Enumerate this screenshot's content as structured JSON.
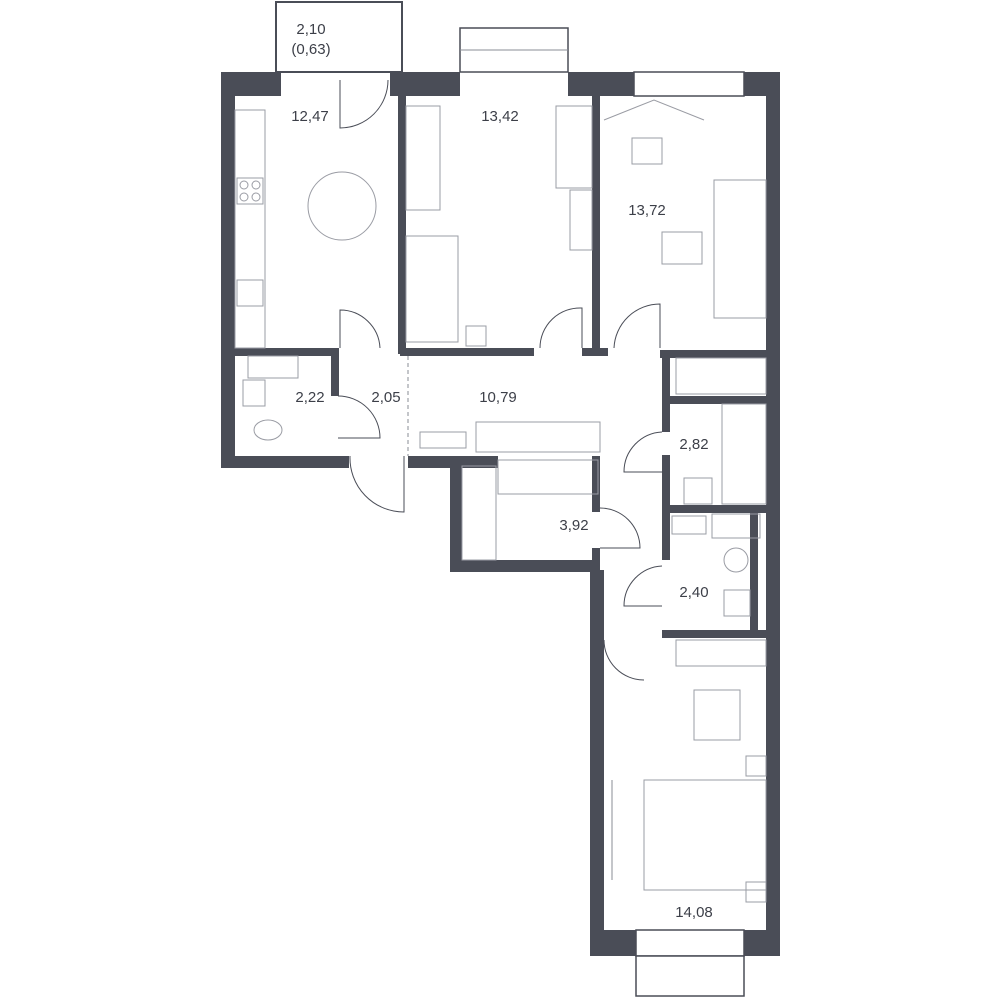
{
  "rooms": [
    {
      "id": "balcony",
      "area": "2,10",
      "sub": "(0,63)"
    },
    {
      "id": "kitchen",
      "area": "12,47"
    },
    {
      "id": "bedroom-1",
      "area": "13,42"
    },
    {
      "id": "living",
      "area": "13,72"
    },
    {
      "id": "bathroom-1",
      "area": "2,22"
    },
    {
      "id": "hall-entry",
      "area": "2,05"
    },
    {
      "id": "corridor",
      "area": "10,79"
    },
    {
      "id": "bathroom-2",
      "area": "2,82"
    },
    {
      "id": "storage",
      "area": "3,92"
    },
    {
      "id": "toilet",
      "area": "2,40"
    },
    {
      "id": "bedroom-2",
      "area": "14,08"
    }
  ],
  "colors": {
    "wall": "#4a4d57",
    "furniture": "#9a9ca4",
    "text": "#3c3f48"
  }
}
